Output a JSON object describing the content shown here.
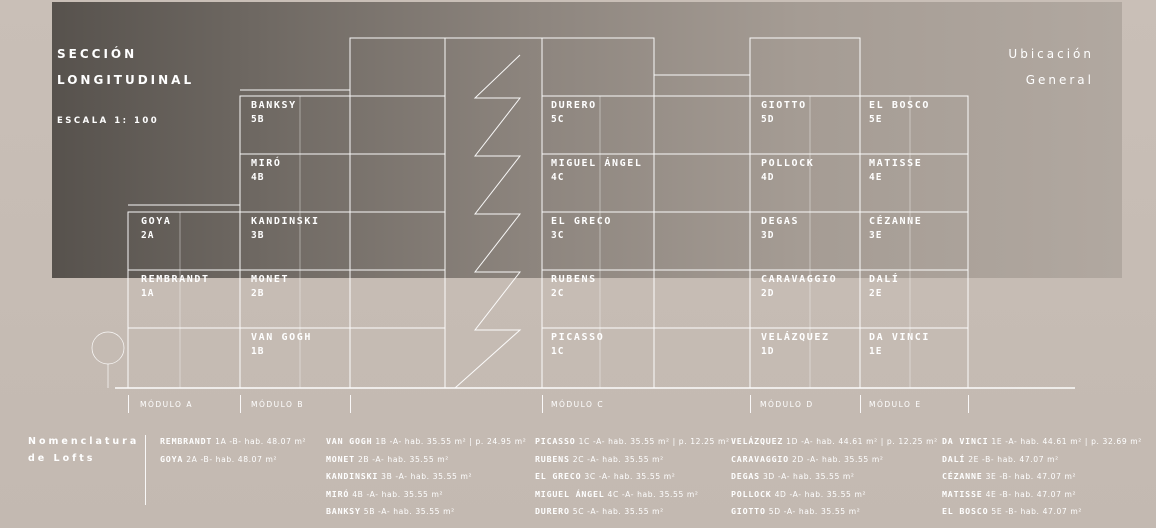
{
  "header": {
    "title": "SECCIÓN\nLONGITUDINAL",
    "scale": "ESCALA 1: 100",
    "location": "Ubicación\nGeneral"
  },
  "units": [
    {
      "name": "BANKSY",
      "code": "5B"
    },
    {
      "name": "MIRÓ",
      "code": "4B"
    },
    {
      "name": "KANDINSKI",
      "code": "3B"
    },
    {
      "name": "MONET",
      "code": "2B"
    },
    {
      "name": "VAN GOGH",
      "code": "1B"
    },
    {
      "name": "GOYA",
      "code": "2A"
    },
    {
      "name": "REMBRANDT",
      "code": "1A"
    },
    {
      "name": "DURERO",
      "code": "5C"
    },
    {
      "name": "MIGUEL ÁNGEL",
      "code": "4C"
    },
    {
      "name": "EL GRECO",
      "code": "3C"
    },
    {
      "name": "RUBENS",
      "code": "2C"
    },
    {
      "name": "PICASSO",
      "code": "1C"
    },
    {
      "name": "GIOTTO",
      "code": "5D"
    },
    {
      "name": "POLLOCK",
      "code": "4D"
    },
    {
      "name": "DEGAS",
      "code": "3D"
    },
    {
      "name": "CARAVAGGIO",
      "code": "2D"
    },
    {
      "name": "VELÁZQUEZ",
      "code": "1D"
    },
    {
      "name": "EL BOSCO",
      "code": "5E"
    },
    {
      "name": "MATISSE",
      "code": "4E"
    },
    {
      "name": "CÉZANNE",
      "code": "3E"
    },
    {
      "name": "DALÍ",
      "code": "2E"
    },
    {
      "name": "DA VINCI",
      "code": "1E"
    }
  ],
  "modules": [
    "MÓDULO A",
    "MÓDULO B",
    "MÓDULO C",
    "MÓDULO D",
    "MÓDULO E"
  ],
  "nomenclature": {
    "title": "Nomenclatura\nde Lofts",
    "columns": [
      [
        {
          "name": "REMBRANDT",
          "detail": "1A -B- hab. 48.07 m²"
        },
        {
          "name": "GOYA",
          "detail": "2A -B- hab. 48.07 m²"
        }
      ],
      [
        {
          "name": "VAN GOGH",
          "detail": "1B -A- hab. 35.55 m² | p. 24.95 m²"
        },
        {
          "name": "MONET",
          "detail": "2B -A- hab. 35.55 m²"
        },
        {
          "name": "KANDINSKI",
          "detail": "3B -A- hab. 35.55 m²"
        },
        {
          "name": "MIRÓ",
          "detail": "4B -A- hab. 35.55 m²"
        },
        {
          "name": "BANKSY",
          "detail": "5B -A- hab. 35.55 m²"
        }
      ],
      [
        {
          "name": "PICASSO",
          "detail": "1C -A- hab. 35.55 m² | p. 12.25 m²"
        },
        {
          "name": "RUBENS",
          "detail": "2C -A- hab. 35.55 m²"
        },
        {
          "name": "EL GRECO",
          "detail": "3C -A- hab. 35.55 m²"
        },
        {
          "name": "MIGUEL ÁNGEL",
          "detail": "4C -A- hab. 35.55 m²"
        },
        {
          "name": "DURERO",
          "detail": "5C -A- hab. 35.55 m²"
        }
      ],
      [
        {
          "name": "VELÁZQUEZ",
          "detail": "1D -A- hab. 44.61 m² | p. 12.25 m²"
        },
        {
          "name": "CARAVAGGIO",
          "detail": "2D -A- hab. 35.55 m²"
        },
        {
          "name": "DEGAS",
          "detail": "3D -A- hab. 35.55 m²"
        },
        {
          "name": "POLLOCK",
          "detail": "4D -A- hab. 35.55 m²"
        },
        {
          "name": "GIOTTO",
          "detail": "5D -A- hab. 35.55 m²"
        }
      ],
      [
        {
          "name": "DA VINCI",
          "detail": "1E -A- hab. 44.61 m² | p. 32.69 m²"
        },
        {
          "name": "DALÍ",
          "detail": "2E -B- hab. 47.07 m²"
        },
        {
          "name": "CÉZANNE",
          "detail": "3E -B- hab. 47.07 m²"
        },
        {
          "name": "MATISSE",
          "detail": "4E -B- hab. 47.07 m²"
        },
        {
          "name": "EL BOSCO",
          "detail": "5E -B- hab. 47.07 m²"
        }
      ]
    ]
  }
}
